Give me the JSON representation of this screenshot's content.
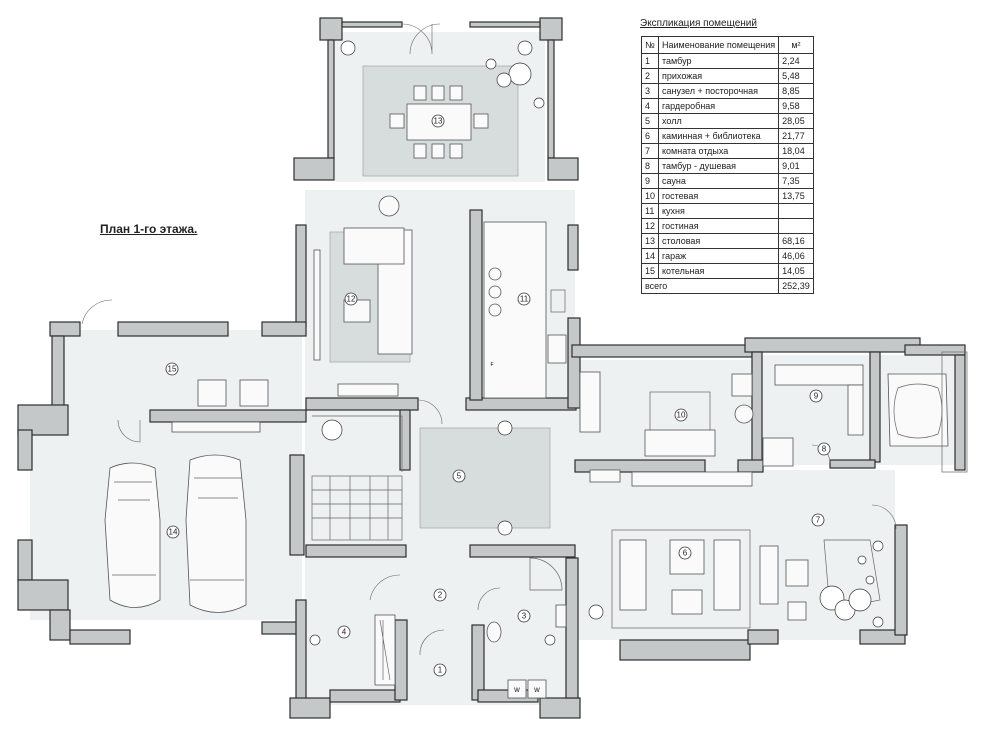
{
  "plan_title": "План 1-го этажа.",
  "legend": {
    "title": "Экспликация помещений",
    "headers": {
      "num": "№",
      "name": "Наименование помещения",
      "area": "м²"
    },
    "rows": [
      {
        "num": "1",
        "name": "тамбур",
        "area": "2,24"
      },
      {
        "num": "2",
        "name": "прихожая",
        "area": "5,48"
      },
      {
        "num": "3",
        "name": "санузел + посторочная",
        "area": "8,85"
      },
      {
        "num": "4",
        "name": "гардеробная",
        "area": "9,58"
      },
      {
        "num": "5",
        "name": "холл",
        "area": "28,05"
      },
      {
        "num": "6",
        "name": "каминная + библиотека",
        "area": "21,77"
      },
      {
        "num": "7",
        "name": "комната отдыха",
        "area": "18,04"
      },
      {
        "num": "8",
        "name": "тамбур - душевая",
        "area": "9,01"
      },
      {
        "num": "9",
        "name": "сауна",
        "area": "7,35"
      },
      {
        "num": "10",
        "name": "гостевая",
        "area": "13,75"
      },
      {
        "num": "11",
        "name": "кухня",
        "area": ""
      },
      {
        "num": "12",
        "name": "гостиная",
        "area": ""
      },
      {
        "num": "13",
        "name": "столовая",
        "area": "68,16"
      },
      {
        "num": "14",
        "name": "гараж",
        "area": "46,06"
      },
      {
        "num": "15",
        "name": "котельная",
        "area": "14,05"
      }
    ],
    "total": {
      "label": "всего",
      "area": "252,39"
    }
  },
  "room_labels": {
    "r1": "1",
    "r2": "2",
    "r3": "3",
    "r4": "4",
    "r5": "5",
    "r6": "6",
    "r7": "7",
    "r8": "8",
    "r9": "9",
    "r10": "10",
    "r11": "11",
    "r12": "12",
    "r13": "13",
    "r14": "14",
    "r15": "15"
  },
  "fixture_labels": {
    "washer": "W",
    "stove": "F"
  }
}
